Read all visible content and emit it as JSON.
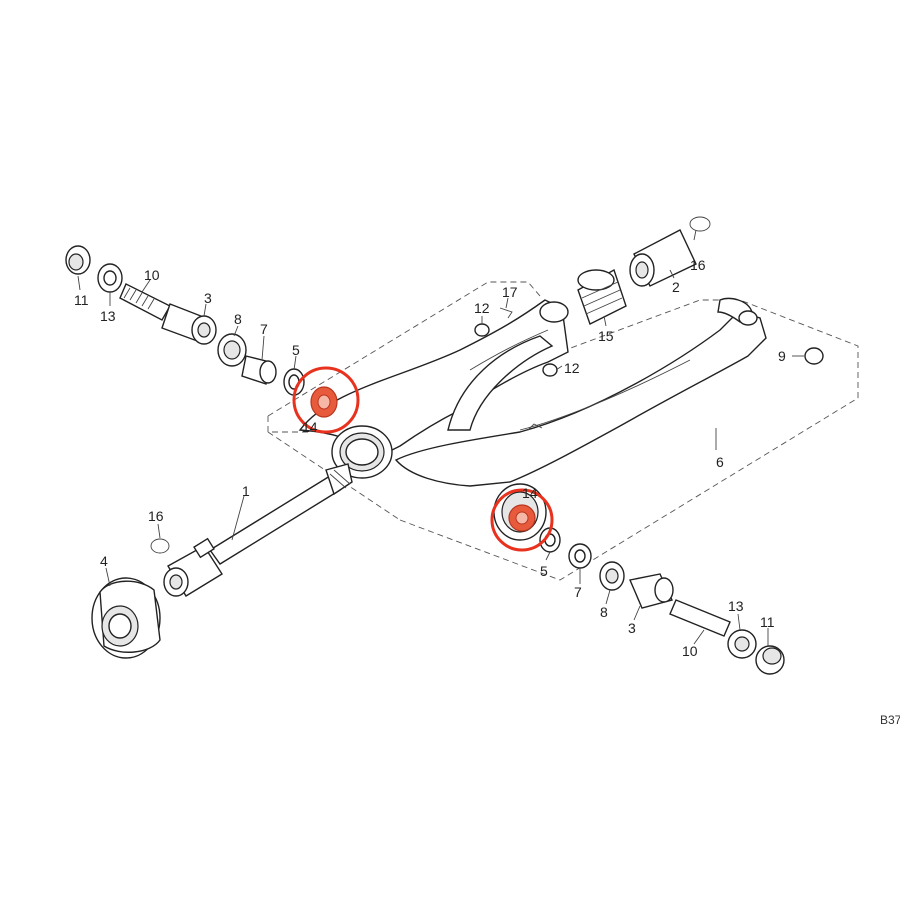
{
  "labels": {
    "p1": "1",
    "p2": "2",
    "p3_left": "3",
    "p3_right": "3",
    "p4": "4",
    "p5_left": "5",
    "p5_right": "5",
    "p6": "6",
    "p7_left": "7",
    "p7_right": "7",
    "p8_left": "8",
    "p8_right": "8",
    "p9": "9",
    "p10_left": "10",
    "p10_right": "10",
    "p11_left": "11",
    "p11_right": "11",
    "p12_top": "12",
    "p12_right": "12",
    "p13_left": "13",
    "p13_right": "13",
    "p14_left": "14",
    "p14_right": "14",
    "p15": "15",
    "p16_top": "16",
    "p16_left": "16",
    "p17": "17"
  },
  "reference_code": "B37",
  "colors": {
    "highlight_circle": "#e8321e",
    "bearing_fill": "#e85a3c",
    "line": "#222222"
  }
}
